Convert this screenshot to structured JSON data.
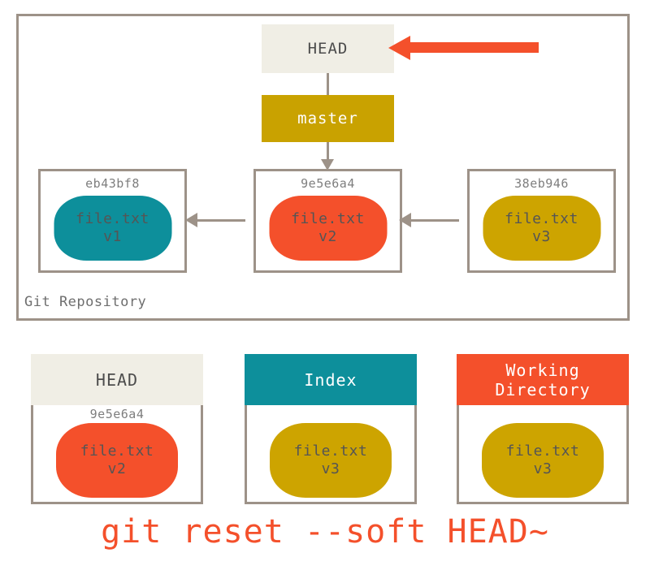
{
  "repository": {
    "label": "Git Repository",
    "refs": {
      "head": "HEAD",
      "branch": "master"
    },
    "commits": [
      {
        "hash": "eb43bf8",
        "file": "file.txt",
        "version": "v1",
        "color": "#0d8f9b"
      },
      {
        "hash": "9e5e6a4",
        "file": "file.txt",
        "version": "v2",
        "color": "#f4502b"
      },
      {
        "hash": "38eb946",
        "file": "file.txt",
        "version": "v3",
        "color": "#cda400"
      }
    ]
  },
  "areas": [
    {
      "title": "HEAD",
      "title_line2": "",
      "hash": "9e5e6a4",
      "file": "file.txt",
      "version": "v2",
      "header_color": "#f0eee5",
      "blob_color": "#f4502b"
    },
    {
      "title": "Index",
      "title_line2": "",
      "hash": "",
      "file": "file.txt",
      "version": "v3",
      "header_color": "#0d8f9b",
      "blob_color": "#cda400"
    },
    {
      "title": "Working",
      "title_line2": "Directory",
      "hash": "",
      "file": "file.txt",
      "version": "v3",
      "header_color": "#f4502b",
      "blob_color": "#cda400"
    }
  ],
  "caption": "git reset --soft HEAD~",
  "colors": {
    "teal": "#0d8f9b",
    "red": "#f4502b",
    "gold": "#cda400",
    "master_gold": "#c9a200",
    "cream": "#f0eee5",
    "border_gray": "#9d9288",
    "text_gray": "#555555"
  }
}
